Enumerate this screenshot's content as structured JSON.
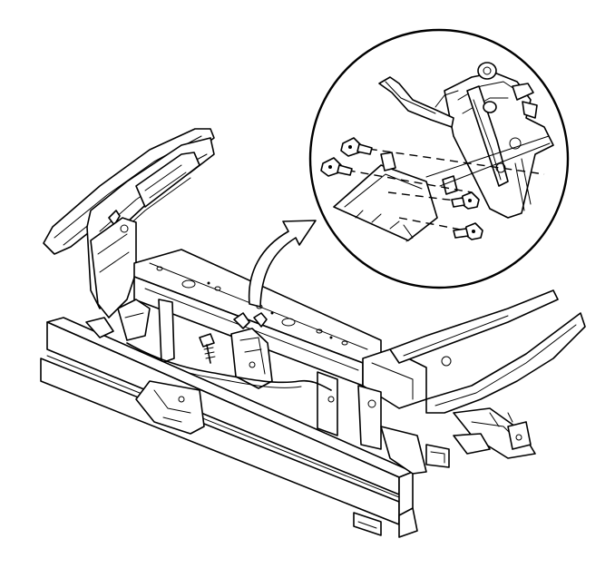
{
  "diagram": {
    "subject": "front-end-assembly-hood-latch-removal",
    "parts": [
      {
        "name": "bumper-impact-bar",
        "icon": "bumper-bar-icon"
      },
      {
        "name": "radiator-support",
        "icon": "radiator-support-icon"
      },
      {
        "name": "hood-latch",
        "icon": "latch-icon"
      },
      {
        "name": "fender",
        "icon": "fender-icon"
      },
      {
        "name": "hood-panel",
        "icon": "hood-icon"
      },
      {
        "name": "latch-bolts",
        "icon": "bolt-icon",
        "count": 4
      }
    ],
    "detail_view": {
      "shape": "circle",
      "indicator": "curved-arrow"
    },
    "colors": {
      "line": "#000000",
      "background": "#ffffff"
    }
  }
}
